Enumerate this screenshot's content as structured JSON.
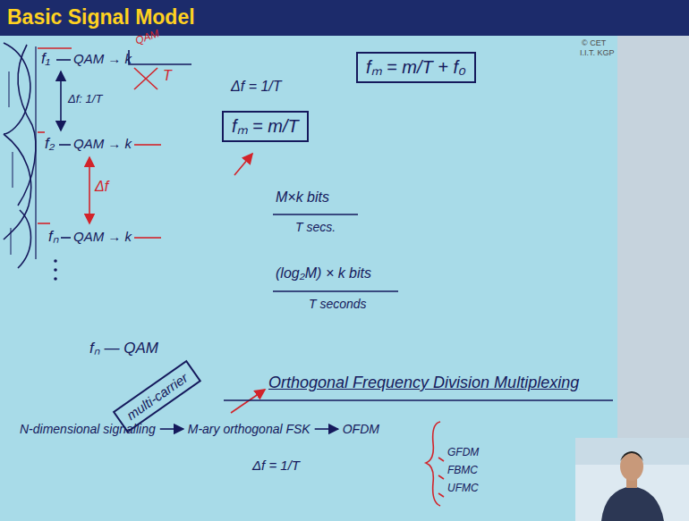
{
  "diagram": {
    "title": "Basic Signal Model",
    "nodes": [
      {
        "text": [
          "fₘ = m/T + f₀"
        ]
      },
      {
        "text": [
          "fₘ = m/T"
        ]
      },
      {
        "text": [
          "multi-carrier"
        ]
      }
    ],
    "labels": [
      "© CET",
      "I.I.T. KGP",
      "f₁",
      "QAM → k",
      "QAM",
      "T",
      "Δf: 1/T",
      "f₂",
      "QAM → k",
      "Δf",
      "fₙ",
      "QAM → k",
      "Δf = 1/T",
      "M×k bits",
      "T secs.",
      "(log₂M) × k bits",
      "T seconds",
      "fₙ — QAM",
      "Orthogonal Frequency Division Multiplexing",
      "N-dimensional signalling",
      "M-ary orthogonal FSK",
      "OFDM",
      "Δf = 1/T",
      "GFDM",
      "FBMC",
      "UFMC"
    ]
  }
}
